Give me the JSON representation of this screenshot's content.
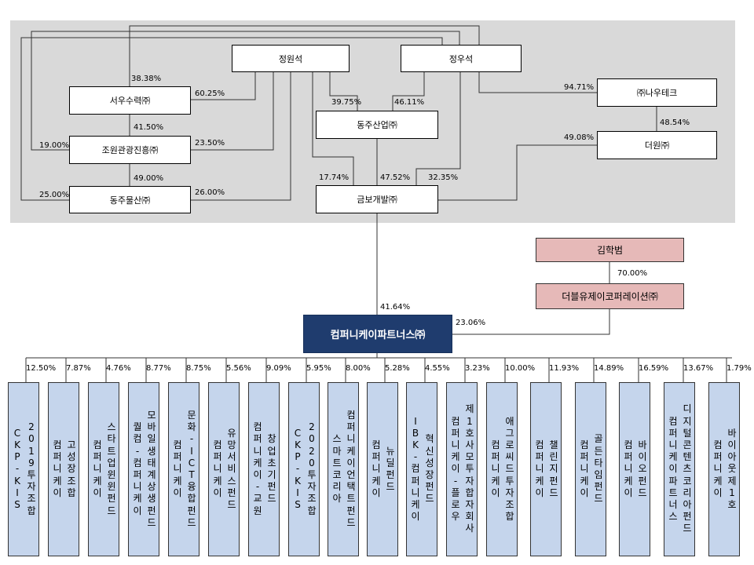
{
  "top_group": {
    "entities": {
      "jung_won_seok": "정원석",
      "jung_woo_seok": "정우석",
      "seowoo_suryeok": "서우수력㈜",
      "jowon_gwangwang": "조원관광진흥㈜",
      "dongju_mulsan": "동주물산㈜",
      "dongju_saneop": "동주산업㈜",
      "geumbo_gaebal": "금보개발㈜",
      "nau_tech": "㈜나우테크",
      "deowon": "더원㈜"
    },
    "stakes": {
      "to_seowoo_left": "38.38%",
      "to_seowoo_right": "60.25%",
      "seowoo_to_jowon": "41.50%",
      "to_jowon_left": "19.00%",
      "to_jowon_right": "23.50%",
      "jowon_to_dongju_mulsan": "49.00%",
      "to_dongju_mulsan_left": "25.00%",
      "to_dongju_mulsan_right": "26.00%",
      "to_dongju_saneop_left": "39.75%",
      "to_dongju_saneop_right": "46.11%",
      "to_geumbo_a": "17.74%",
      "to_geumbo_b": "47.52%",
      "to_geumbo_c": "32.35%",
      "to_nau_tech": "94.71%",
      "nau_to_deowon": "48.54%",
      "deowon_to_geumbo": "49.08%"
    }
  },
  "right_group": {
    "kim": "김학범",
    "kim_stake": "70.00%",
    "double_u": "더블유제이코퍼레이션㈜",
    "double_u_stake": "23.06%"
  },
  "main": {
    "label": "컴퍼니케이파트너스㈜",
    "geumbo_stake": "41.64%"
  },
  "funds": [
    {
      "pct": "12.50%",
      "columns": [
        "CKP-KIS",
        "2019투자조합"
      ]
    },
    {
      "pct": "7.87%",
      "columns": [
        "컴퍼니케이",
        "고성장조합"
      ]
    },
    {
      "pct": "4.76%",
      "columns": [
        "컴퍼니케이",
        "스타트업윈윈펀드"
      ]
    },
    {
      "pct": "8.77%",
      "columns": [
        "퀄컴-컴퍼니케이",
        "모바일생태계상생펀드"
      ]
    },
    {
      "pct": "8.75%",
      "columns": [
        "컴퍼니케이",
        "문화-ICT융합펀드"
      ]
    },
    {
      "pct": "5.56%",
      "columns": [
        "컴퍼니케이",
        "유망서비스펀드"
      ]
    },
    {
      "pct": "9.09%",
      "columns": [
        "컴퍼니케이-교원",
        "창업초기펀드"
      ]
    },
    {
      "pct": "5.95%",
      "columns": [
        "CKP-KIS",
        "2020투자조합"
      ]
    },
    {
      "pct": "8.00%",
      "columns": [
        "스마트코리아",
        "컴퍼니케이언택트펀드"
      ]
    },
    {
      "pct": "5.28%",
      "columns": [
        "컴퍼니케이",
        "뉴딜펀드"
      ]
    },
    {
      "pct": "4.55%",
      "columns": [
        "IBK-컴퍼니케이",
        "혁신성장펀드"
      ]
    },
    {
      "pct": "3.23%",
      "columns": [
        "컴퍼니케이-플로우",
        "제1호사모투자합자회사"
      ]
    },
    {
      "pct": "10.00%",
      "columns": [
        "컴퍼니케이",
        "애그로씨드투자조합"
      ]
    },
    {
      "pct": "11.93%",
      "columns": [
        "컴퍼니케이",
        "챌린지펀드"
      ]
    },
    {
      "pct": "14.89%",
      "columns": [
        "컴퍼니케이",
        "골든타임펀드"
      ]
    },
    {
      "pct": "16.59%",
      "columns": [
        "컴퍼니케이",
        "바이오펀드"
      ]
    },
    {
      "pct": "13.67%",
      "columns": [
        "컴퍼니케이파트너스",
        "디지털콘텐츠코리아펀드"
      ]
    },
    {
      "pct": "1.79%",
      "columns": [
        "컴퍼니케이",
        "바이아웃제1호"
      ]
    }
  ]
}
